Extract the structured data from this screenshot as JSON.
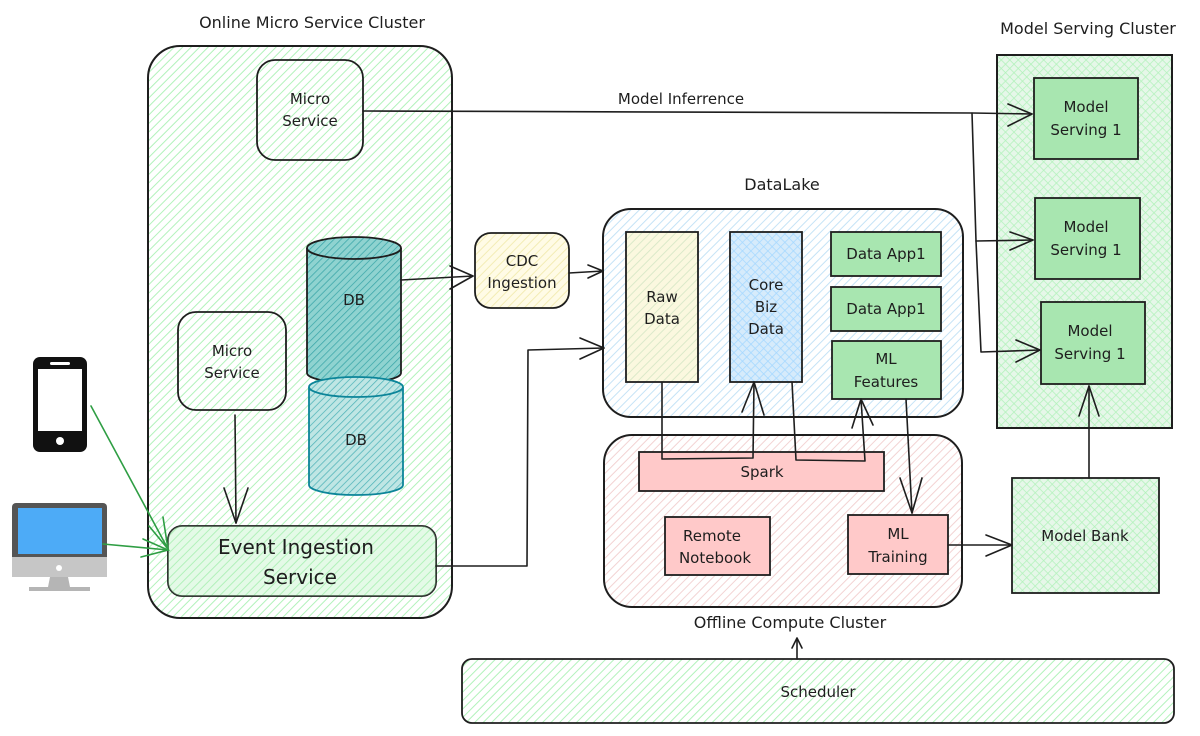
{
  "colors": {
    "stroke": "#1e1e1e",
    "green_fill": "#b2f2bb",
    "green_solid": "#a8e6b0",
    "teal_db": "#0c8599",
    "teal_db_fill": "#99d8d6",
    "yellow_fill": "#fff3bf",
    "blue_fill": "#a5d8ff",
    "pink_fill": "#ffc9c9",
    "green_arrow": "#2f9e44",
    "monitor_screen": "#4dabf7",
    "monitor_frame": "#555555",
    "monitor_base": "#c6c6c6"
  },
  "clusters": {
    "online": {
      "title": "Online Micro Service Cluster"
    },
    "datalake": {
      "title": "DataLake"
    },
    "offline": {
      "title": "Offline Compute Cluster"
    },
    "model_serving": {
      "title": "Model Serving Cluster"
    }
  },
  "nodes": {
    "micro_service_top": [
      "Micro",
      "Service"
    ],
    "micro_service_bottom": [
      "Micro",
      "Service"
    ],
    "db_1": "DB",
    "db_2": "DB",
    "event_ingestion": [
      "Event Ingestion",
      "Service"
    ],
    "cdc_ingestion": [
      "CDC",
      "Ingestion"
    ],
    "raw_data": [
      "Raw",
      "Data"
    ],
    "core_biz_data": [
      "Core",
      "Biz",
      "Data"
    ],
    "data_app_1": "Data App1",
    "data_app_2": "Data App1",
    "ml_features": [
      "ML",
      "Features"
    ],
    "spark": "Spark",
    "remote_notebook": [
      "Remote",
      "Notebook"
    ],
    "ml_training": [
      "ML",
      "Training"
    ],
    "model_bank": "Model Bank",
    "model_serving_1": [
      "Model",
      "Serving 1"
    ],
    "model_serving_2": [
      "Model",
      "Serving 1"
    ],
    "model_serving_3": [
      "Model",
      "Serving 1"
    ],
    "scheduler": "Scheduler"
  },
  "edges": {
    "model_inference_label": "Model Inferrence"
  },
  "clients": {
    "phone": "mobile-phone",
    "desktop": "desktop-monitor"
  }
}
